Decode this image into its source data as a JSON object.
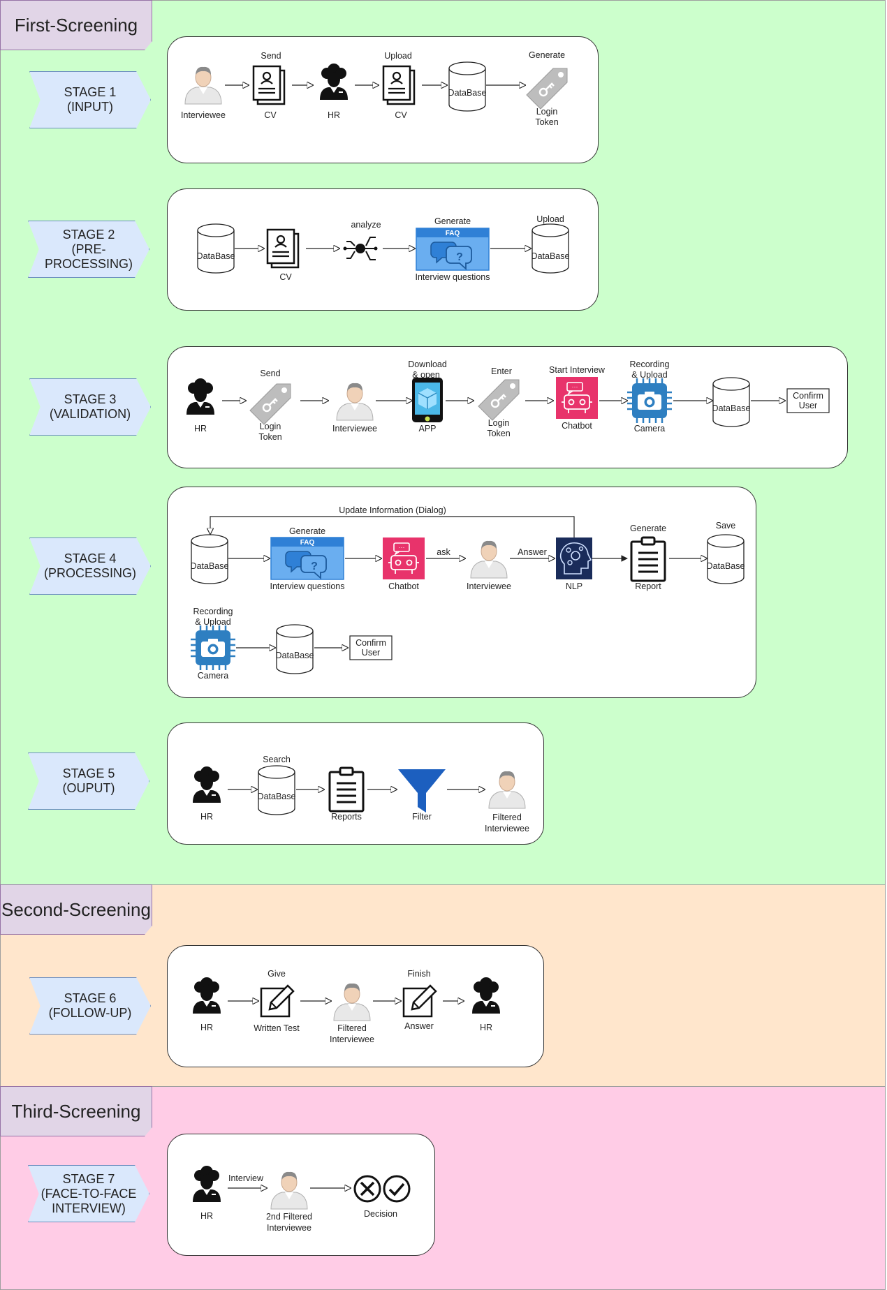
{
  "colors": {
    "first_screening_bg": "#ccffcc",
    "second_screening_bg": "#ffe6cc",
    "third_screening_bg": "#ffcce6",
    "tag_bg": "#e1d5e7",
    "stage_bg": "#dae8fc",
    "stage_border": "#6c8ebf",
    "faq_blue": "#2f80d6",
    "chatbot_pink": "#e8336b",
    "nlp_navy": "#1a2c5a",
    "camera_blue": "#2e7fc1",
    "filter_blue": "#1c5fbf"
  },
  "sections": {
    "first": "First-Screening",
    "second": "Second-Screening",
    "third": "Third-Screening"
  },
  "stages": {
    "s1": "STAGE 1\n(INPUT)",
    "s2": "STAGE 2\n(PRE-\nPROCESSING)",
    "s3": "STAGE 3\n(VALIDATION)",
    "s4": "STAGE 4\n(PROCESSING)",
    "s5": "STAGE 5\n(OUPUT)",
    "s6": "STAGE 6\n(FOLLOW-UP)",
    "s7": "STAGE 7\n(FACE-TO-FACE\nINTERVIEW)"
  },
  "stage1": {
    "interviewee": "Interviewee",
    "send": "Send",
    "cv1": "CV",
    "hr": "HR",
    "upload": "Upload",
    "cv2": "CV",
    "database": "DataBase",
    "generate": "Generate",
    "login_token_1": "Login",
    "login_token_2": "Token"
  },
  "stage2": {
    "database1": "DataBase",
    "cv": "CV",
    "analyze": "analyze",
    "generate": "Generate",
    "faq": "FAQ",
    "interview_questions": "Interview questions",
    "upload": "Upload",
    "database2": "DataBase"
  },
  "stage3": {
    "hr": "HR",
    "send": "Send",
    "login_token_1": "Login",
    "login_token_2": "Token",
    "interviewee": "Interviewee",
    "download_1": "Download",
    "download_2": "& open",
    "app": "APP",
    "enter": "Enter",
    "login_token2_1": "Login",
    "login_token2_2": "Token",
    "start_interview": "Start Interview",
    "chatbot": "Chatbot",
    "recording_1": "Recording",
    "recording_2": "& Upload",
    "camera": "Camera",
    "database": "DataBase",
    "confirm_1": "Confirm",
    "confirm_2": "User"
  },
  "stage4": {
    "update_info": "Update Information (Dialog)",
    "database1": "DataBase",
    "generate": "Generate",
    "faq": "FAQ",
    "interview_questions": "Interview questions",
    "chatbot": "Chatbot",
    "ask": "ask",
    "interviewee": "Interviewee",
    "answer": "Answer",
    "nlp": "NLP",
    "generate2": "Generate",
    "report": "Report",
    "save": "Save",
    "database2": "DataBase",
    "recording_1": "Recording",
    "recording_2": "& Upload",
    "camera": "Camera",
    "database3": "DataBase",
    "confirm_1": "Confirm",
    "confirm_2": "User"
  },
  "stage5": {
    "hr": "HR",
    "search": "Search",
    "database": "DataBase",
    "reports": "Reports",
    "filter": "Filter",
    "filtered_1": "Filtered",
    "filtered_2": "Interviewee"
  },
  "stage6": {
    "hr1": "HR",
    "give": "Give",
    "written_test": "Written Test",
    "filtered_1": "Filtered",
    "filtered_2": "Interviewee",
    "finish": "Finish",
    "answer": "Answer",
    "hr2": "HR"
  },
  "stage7": {
    "hr": "HR",
    "interview": "Interview",
    "filtered_1": "2nd Filtered",
    "filtered_2": "Interviewee",
    "decision": "Decision"
  }
}
